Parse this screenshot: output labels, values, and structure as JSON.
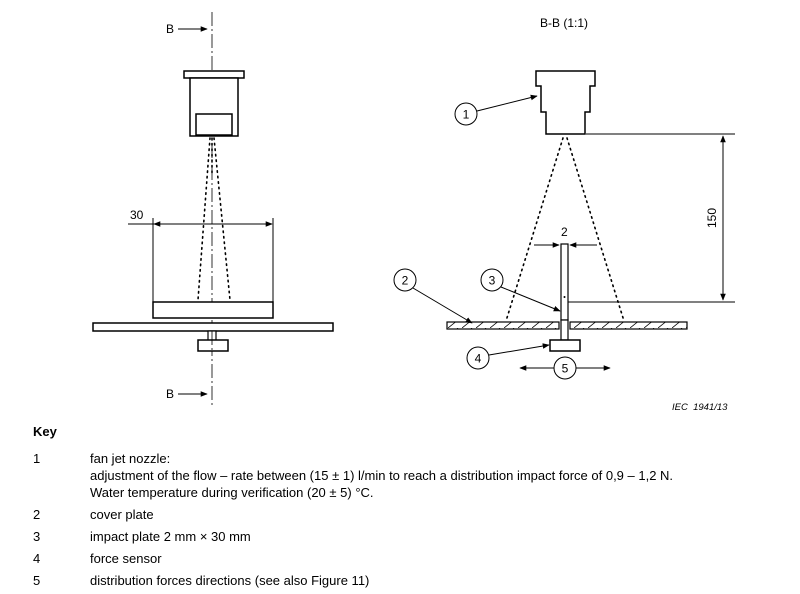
{
  "figure": {
    "section_label_top": "B",
    "section_label_bottom": "B",
    "section_view_title": "B-B (1:1)",
    "dim_width": "30",
    "dim_height": "150",
    "dim_gap": "2",
    "callouts": [
      "1",
      "2",
      "3",
      "4",
      "5"
    ],
    "figure_ref": "IEC  1941/13"
  },
  "key": {
    "title": "Key",
    "items": [
      {
        "num": "1",
        "lines": [
          "fan jet nozzle:",
          "adjustment of the flow – rate between (15 ± 1) l/min to reach a distribution impact force of 0,9 – 1,2 N.",
          "Water temperature during verification  (20 ± 5) °C."
        ]
      },
      {
        "num": "2",
        "lines": [
          "cover plate"
        ]
      },
      {
        "num": "3",
        "lines": [
          "impact plate 2 mm × 30 mm"
        ]
      },
      {
        "num": "4",
        "lines": [
          "force sensor"
        ]
      },
      {
        "num": "5",
        "lines": [
          "distribution forces directions (see also Figure 11)"
        ]
      }
    ]
  }
}
